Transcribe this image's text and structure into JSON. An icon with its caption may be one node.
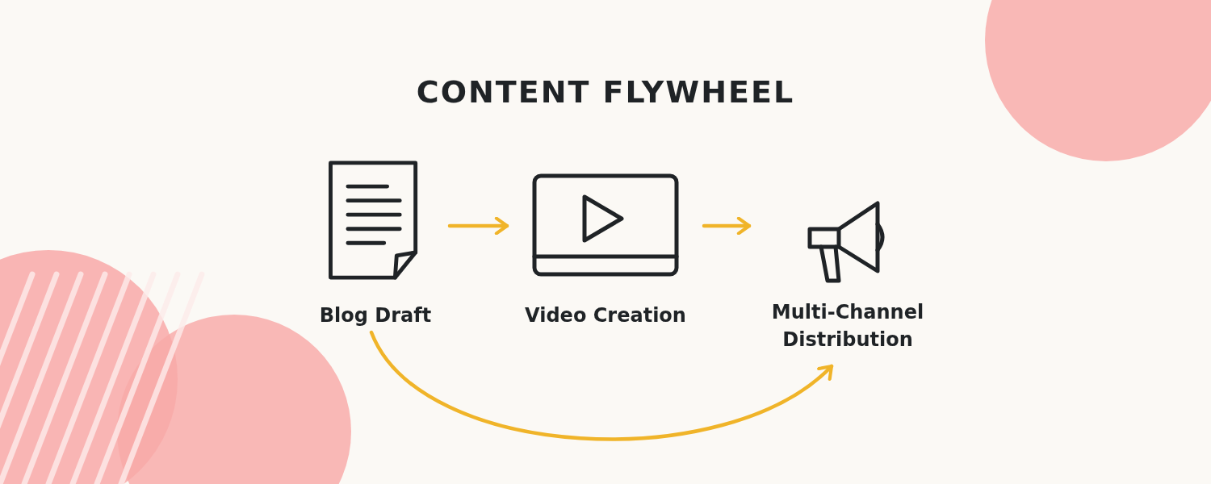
{
  "diagram": {
    "title": "CONTENT FLYWHEEL",
    "nodes": [
      {
        "text": [
          "Blog Draft"
        ]
      },
      {
        "text": [
          "Video Creation"
        ]
      },
      {
        "text": [
          "Multi-Channel Distribution"
        ]
      }
    ],
    "edges": [
      {
        "from": 0,
        "to": 1,
        "arrow": "to"
      },
      {
        "from": 1,
        "to": 2,
        "arrow": "to"
      },
      {
        "from": 0,
        "to": 2,
        "arrow": "to"
      }
    ]
  }
}
